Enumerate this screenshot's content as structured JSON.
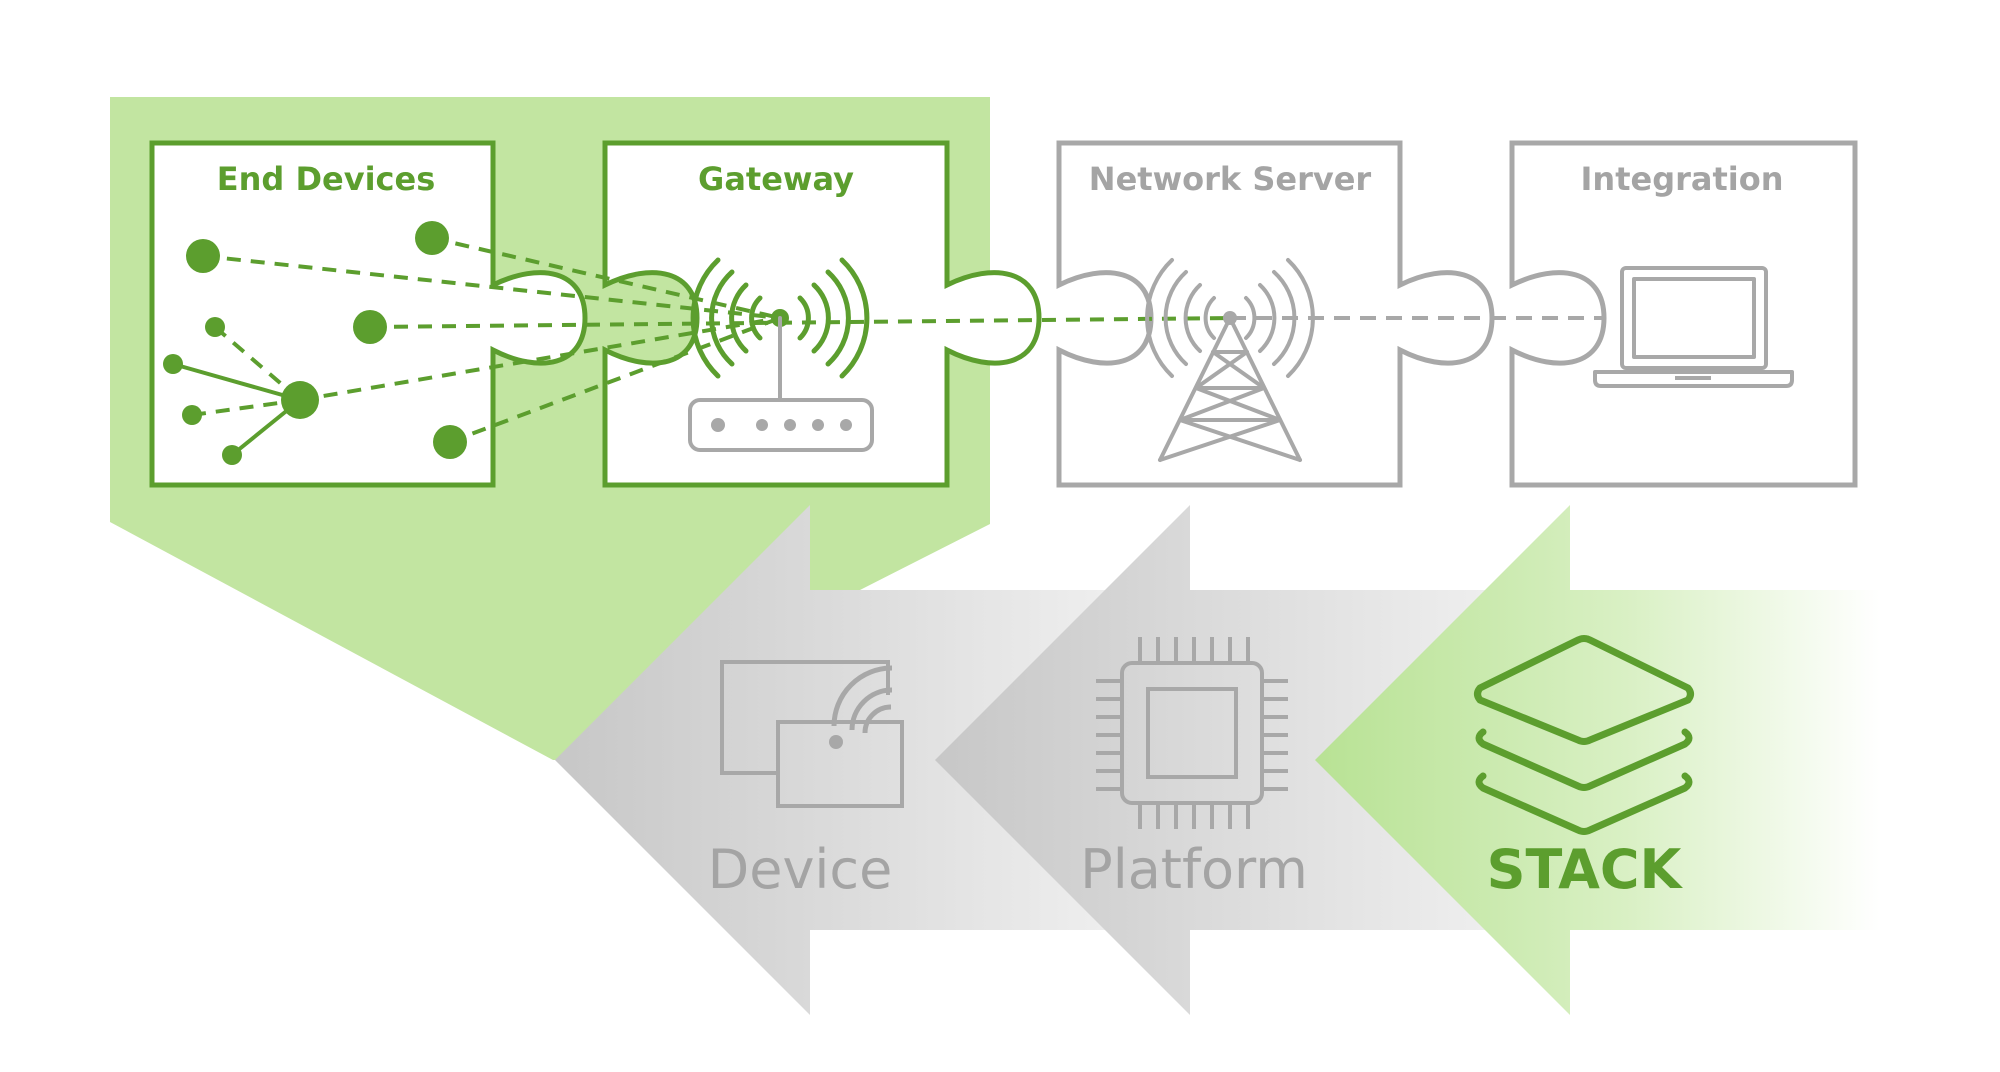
{
  "colors": {
    "active_fill": "#c2e5a1",
    "active_stroke": "#5c9e2e",
    "inactive_stroke": "#a8a8a8",
    "inactive_text": "#a4a4a4",
    "arrow_gray": "#cfcfcf",
    "background": "#ffffff"
  },
  "pieces": [
    {
      "id": "end-devices",
      "title": "End Devices",
      "active": true,
      "icon": "devices-network-icon"
    },
    {
      "id": "gateway",
      "title": "Gateway",
      "active": true,
      "icon": "router-icon"
    },
    {
      "id": "network-server",
      "title": "Network Server",
      "active": false,
      "icon": "cell-tower-icon"
    },
    {
      "id": "integration",
      "title": "Integration",
      "active": false,
      "icon": "laptop-icon"
    }
  ],
  "arrows": [
    {
      "id": "device",
      "label": "Device",
      "active": false,
      "icon": "wireless-device-icon"
    },
    {
      "id": "platform",
      "label": "Platform",
      "active": false,
      "icon": "chip-icon"
    },
    {
      "id": "stack",
      "label": "STACK",
      "active": true,
      "icon": "layers-stack-icon"
    }
  ]
}
